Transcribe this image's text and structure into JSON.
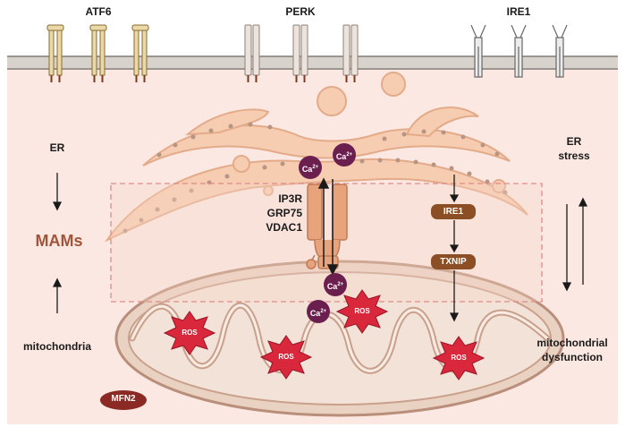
{
  "receptors": {
    "atf6": "ATF6",
    "perk": "PERK",
    "ire1": "IRE1"
  },
  "left": {
    "er": "ER",
    "mams": "MAMs",
    "mito": "mitochondria"
  },
  "right": {
    "stress_line1": "ER",
    "stress_line2": "stress",
    "dys_line1": "mitochondrial",
    "dys_line2": "dysfunction"
  },
  "channel": {
    "line1": "IP3R",
    "line2": "GRP75",
    "line3": "VDAC1"
  },
  "calcium": {
    "label": "Ca",
    "charge": "2+"
  },
  "pathway": {
    "step1": "IRE1",
    "step2": "TXNIP"
  },
  "ros": "ROS",
  "mfn2": "MFN2",
  "colors": {
    "background": "#fbe8e2",
    "membrane": "#c9c3bd",
    "er": "#f6cdb1",
    "mito": "#e8cfc0",
    "calcium": "#6b1f4e",
    "pill": "#8c4e24",
    "ros": "#d9273b",
    "mfn2": "#8b2a24",
    "mams_text": "#a0553a"
  }
}
